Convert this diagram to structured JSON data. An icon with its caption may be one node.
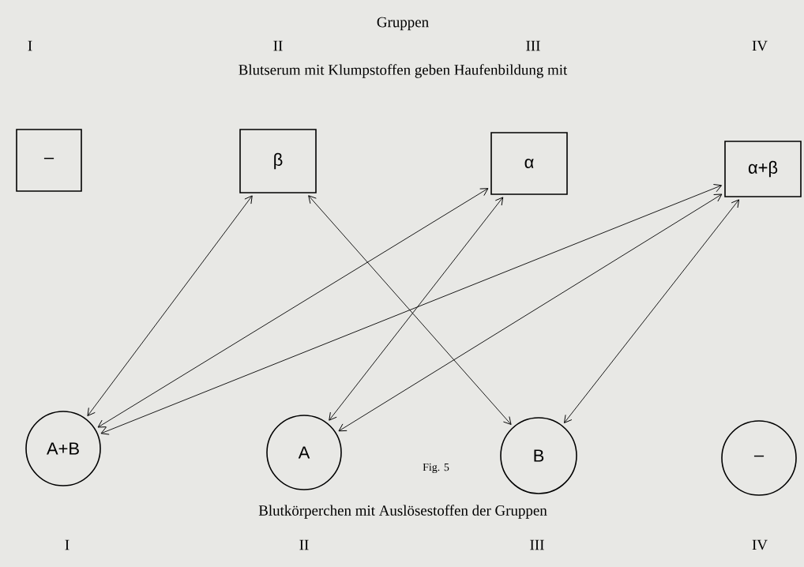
{
  "diagram": {
    "title": "Gruppen",
    "caption": "Fig. 5",
    "nodes": [
      {
        "text": [
          "–"
        ]
      },
      {
        "text": [
          "β"
        ]
      },
      {
        "text": [
          "α"
        ]
      },
      {
        "text": [
          "α+β"
        ]
      },
      {
        "text": [
          "A+B"
        ]
      },
      {
        "text": [
          "A"
        ]
      },
      {
        "text": [
          "B"
        ]
      },
      {
        "text": [
          "–"
        ]
      }
    ],
    "edges": [
      {
        "from": 1,
        "to": 4,
        "arrow": "both"
      },
      {
        "from": 1,
        "to": 6,
        "arrow": "both"
      },
      {
        "from": 2,
        "to": 4,
        "arrow": "both"
      },
      {
        "from": 2,
        "to": 5,
        "arrow": "both"
      },
      {
        "from": 3,
        "to": 4,
        "arrow": "both"
      },
      {
        "from": 3,
        "to": 5,
        "arrow": "both"
      },
      {
        "from": 3,
        "to": 6,
        "arrow": "both"
      }
    ],
    "labels": [
      "I",
      "II",
      "III",
      "IV",
      "Blutserum mit Klumpstoffen geben Haufenbildung mit",
      "Blutkörperchen mit Auslösestoffen der Gruppen",
      "I",
      "II",
      "III",
      "IV"
    ]
  }
}
